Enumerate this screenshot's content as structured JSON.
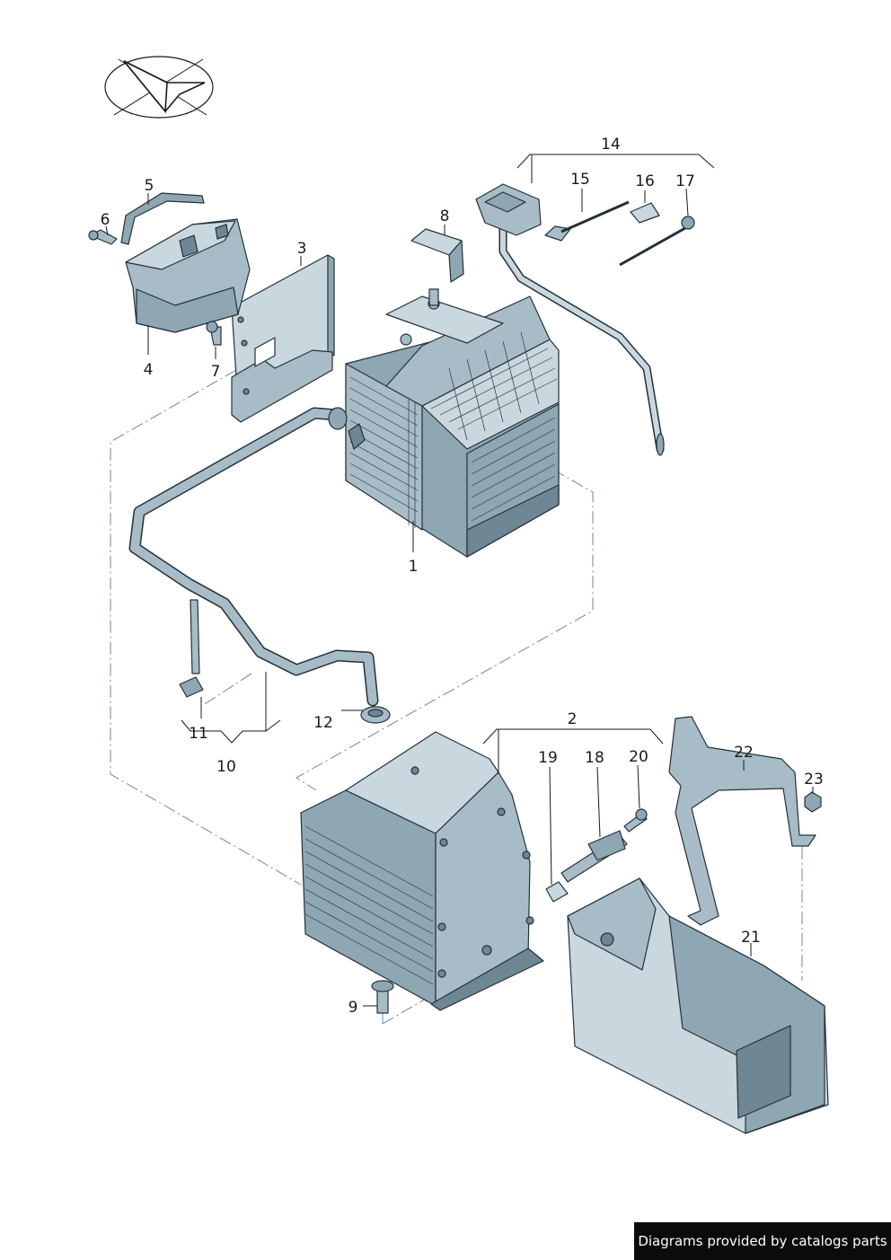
{
  "diagram": {
    "callouts": [
      "1",
      "2",
      "3",
      "4",
      "5",
      "6",
      "7",
      "8",
      "9",
      "10",
      "11",
      "12",
      "14",
      "15",
      "16",
      "17",
      "18",
      "19",
      "20",
      "21",
      "22",
      "23"
    ]
  },
  "footer": {
    "credit": "Diagrams provided by catalogs parts"
  },
  "icons": {
    "orientation": "direction-arrow-icon"
  },
  "colors": {
    "part_fill": "#a8bcc8",
    "part_shadow": "#8fa6b3",
    "highlight": "#c9d7df",
    "outline": "#23313a",
    "leader_dash": "#6f8794"
  }
}
